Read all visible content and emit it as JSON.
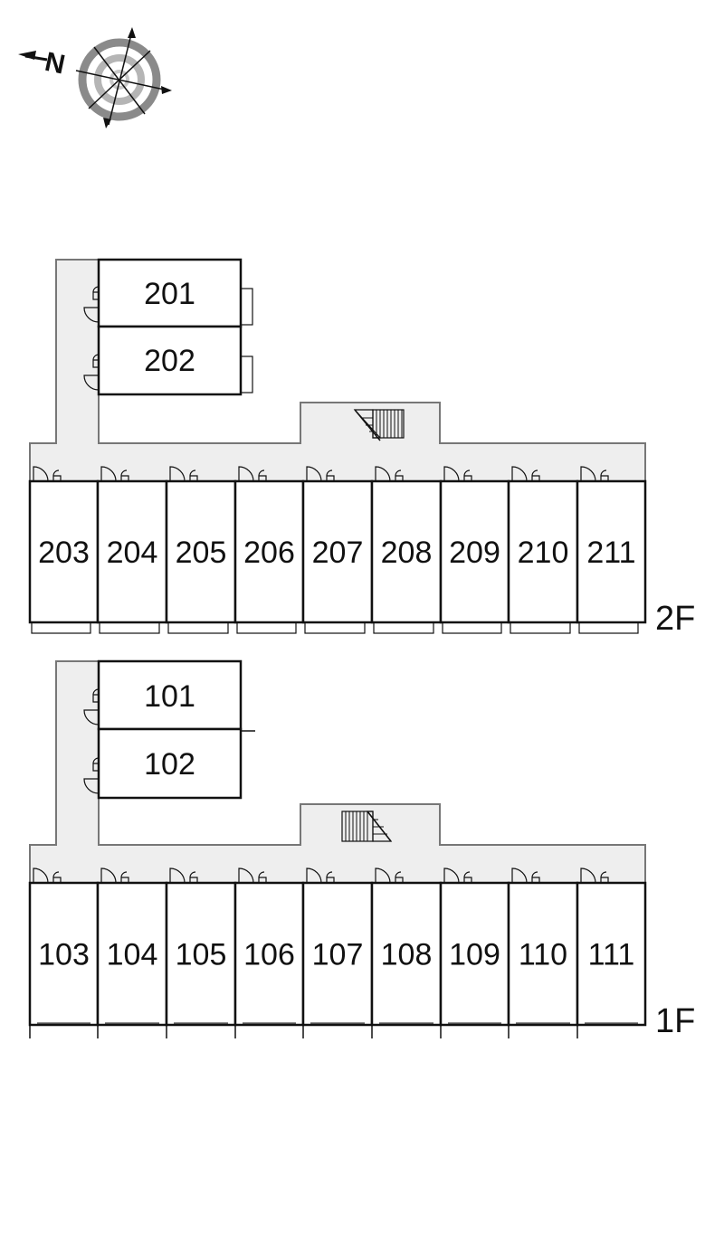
{
  "compass": {
    "north_letter": "N",
    "icon": "compass-rose-icon"
  },
  "floors": {
    "second": {
      "label": "2F",
      "upper_units": [
        "201",
        "202"
      ],
      "row_units": [
        "203",
        "204",
        "205",
        "206",
        "207",
        "208",
        "209",
        "210",
        "211"
      ]
    },
    "first": {
      "label": "1F",
      "upper_units": [
        "101",
        "102"
      ],
      "row_units": [
        "103",
        "104",
        "105",
        "106",
        "107",
        "108",
        "109",
        "110",
        "111"
      ]
    }
  },
  "colors": {
    "corridor": "#eeeeee",
    "wall": "#111111",
    "outline": "#777777"
  }
}
